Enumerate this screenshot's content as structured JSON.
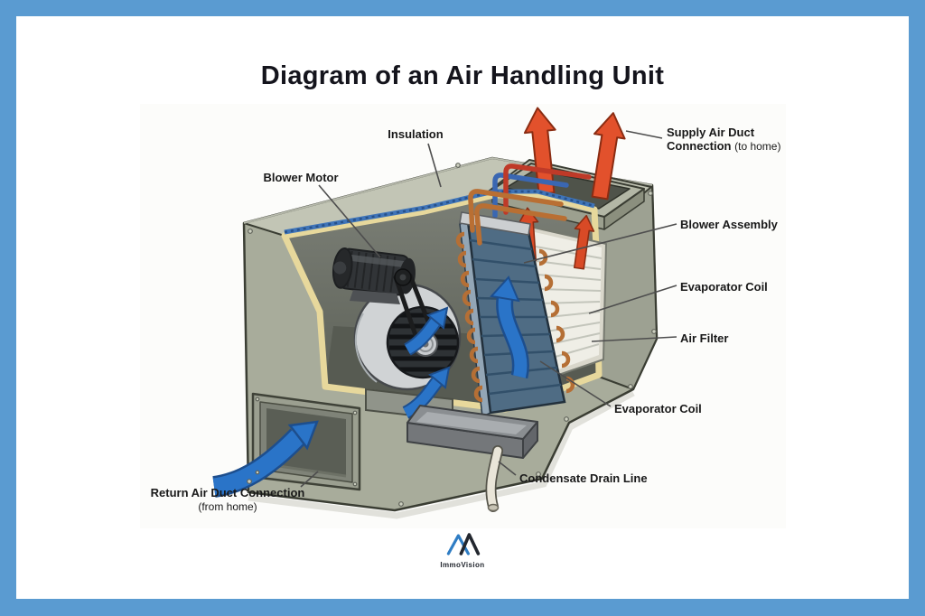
{
  "title": "Diagram of an Air Handling Unit",
  "labels": {
    "insulation": "Insulation",
    "blower_motor": "Blower Motor",
    "supply_air_duct": {
      "line1": "Supply Air Duct",
      "line2_bold": "Connection",
      "line2_note": "(to home)"
    },
    "blower_assembly": "Blower Assembly",
    "evaporator_coil_upper": "Evaporator Coil",
    "air_filter": "Air Filter",
    "evaporator_coil_lower": "Evaporator Coil",
    "condensate_drain_line": "Condensate Drain Line",
    "return_air_duct": {
      "line1": "Return Air Duct Connection",
      "line2_note": "(from home)"
    }
  },
  "logo": {
    "text": "ImmoVision"
  },
  "colors": {
    "frame_border": "#5a9bd1",
    "card_background": "#ffffff",
    "title_text": "#14141c",
    "label_text": "#191919",
    "casing_top": "#c2c5b5",
    "casing_front": "#a8ac9b",
    "casing_side": "#9da192",
    "insulation_yellow": "#e7d89c",
    "insulation_blue_strip": "#3f74b8",
    "supply_arrow_red": "#e2512c",
    "airflow_arrow_blue": "#2a74c8",
    "copper_tubing": "#b96f33",
    "coil_face": "#4f6c84",
    "filter_face": "#efeee6"
  }
}
